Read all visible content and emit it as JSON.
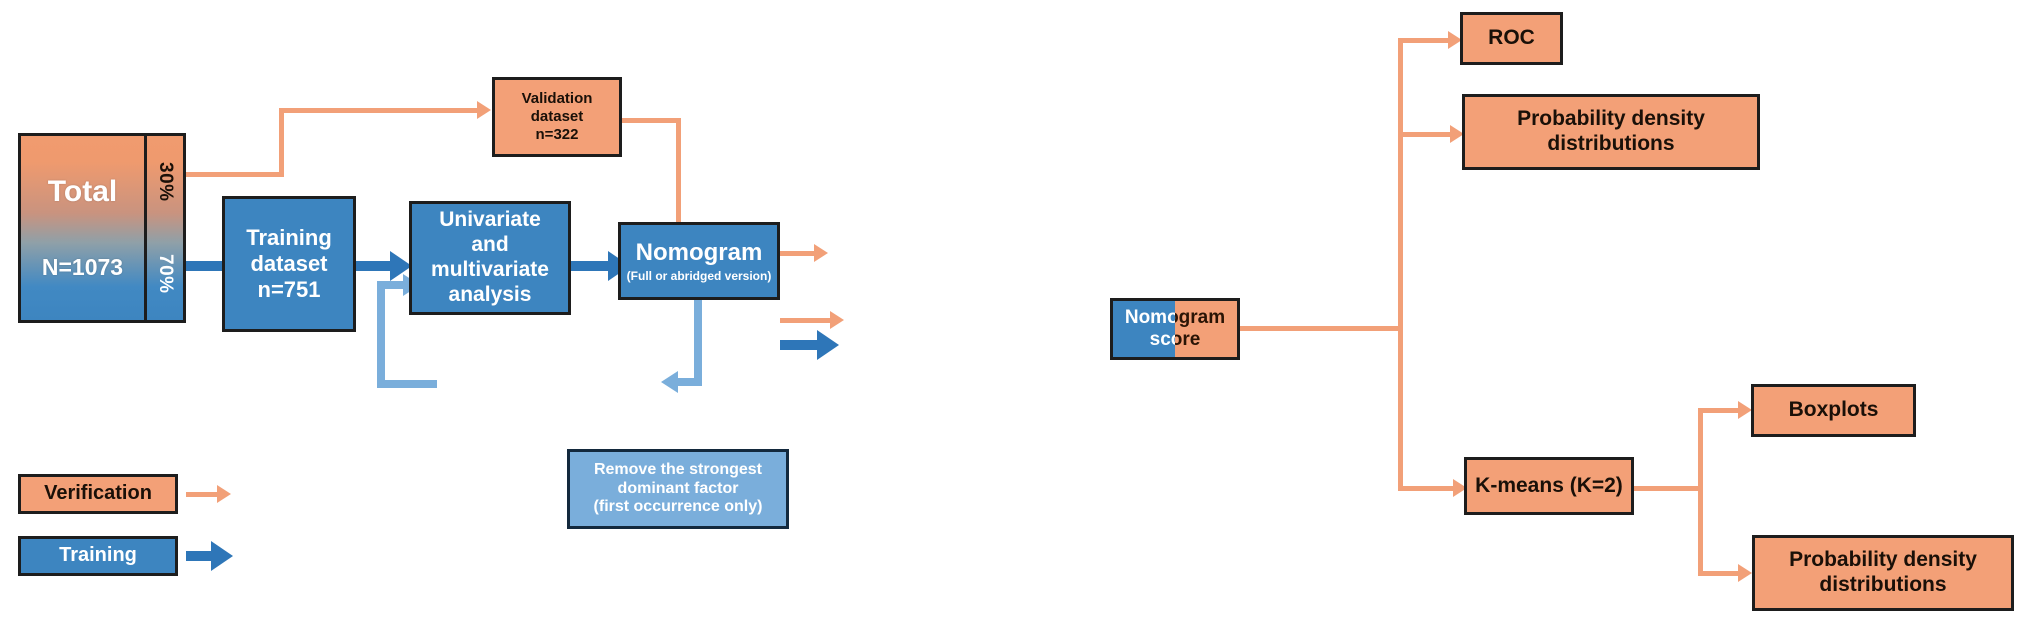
{
  "diagram": {
    "title": "Nomogram development and validation flowchart",
    "colors": {
      "verification_orange": "#f3a077",
      "training_blue": "#3d85c0",
      "feedback_light_blue": "#7aaedb",
      "border_dark": "#1d1d1d",
      "arrow_orange": "#f2a078",
      "arrow_blue": "#2e76b8"
    },
    "total": {
      "label": "Total",
      "n": "N=1073",
      "split_top": "30%",
      "split_bottom": "70%"
    },
    "nodes": {
      "validation": {
        "line1": "Validation",
        "line2": "dataset",
        "line3": "n=322"
      },
      "training": {
        "line1": "Training",
        "line2": "dataset",
        "line3": "n=751"
      },
      "analysis": {
        "line1": "Univariate",
        "line2": "and",
        "line3": "multivariate",
        "line4": "analysis"
      },
      "nomogram": {
        "line1": "Nomogram",
        "line2": "(Full or abridged version)"
      },
      "nomogram_score": {
        "line1": "Nomogram",
        "line2": "score"
      },
      "remove_factor": {
        "line1": "Remove the strongest",
        "line2": "dominant factor",
        "line3": "(first occurrence only)"
      },
      "roc": {
        "label": "ROC"
      },
      "pdd_top": {
        "line1": "Probability density",
        "line2": "distributions"
      },
      "kmeans": {
        "label": "K-means (K=2)"
      },
      "boxplots": {
        "label": "Boxplots"
      },
      "pdd_bottom": {
        "line1": "Probability density",
        "line2": "distributions"
      }
    },
    "legend": {
      "verification": "Verification",
      "training": "Training"
    }
  }
}
